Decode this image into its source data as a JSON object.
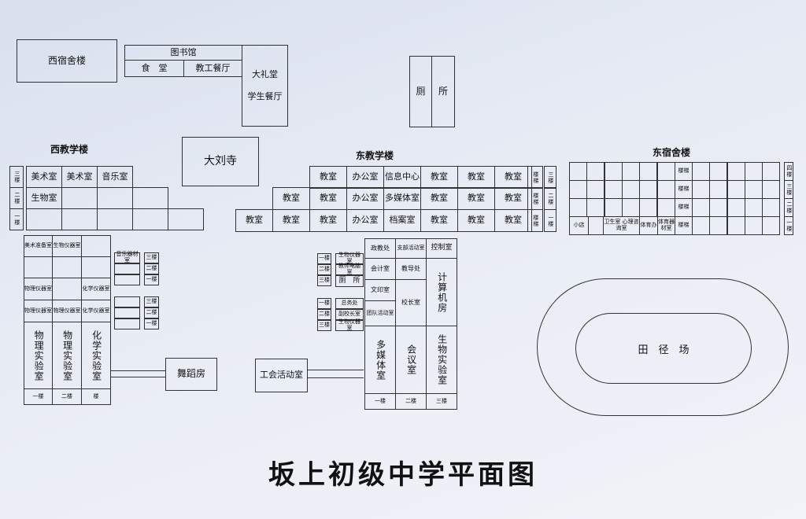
{
  "title": "坂上初级中学平面图",
  "west_dorm": "西宿舍楼",
  "library": "图书馆",
  "canteen": "食　堂",
  "staff_canteen": "教工餐厅",
  "hall": "大礼堂",
  "student_canteen": "学生餐厅",
  "toilet_a": "厕",
  "toilet_b": "所",
  "temple": "大刘寺",
  "west_building": {
    "label": "西教学楼",
    "floor_labels": [
      "三楼",
      "二楼",
      "一楼"
    ],
    "row3": [
      "美术室",
      "美术室",
      "音乐室"
    ],
    "row2": [
      "生物室"
    ]
  },
  "east_building": {
    "label": "东教学楼",
    "row3": [
      "教室",
      "办公室",
      "信息中心",
      "教室",
      "教室",
      "教室"
    ],
    "row2": [
      "教室",
      "教室",
      "办公室",
      "多媒体室",
      "教室",
      "教室",
      "教室"
    ],
    "row1": [
      "教室",
      "教室",
      "教室",
      "办公室",
      "档案室",
      "教室",
      "教室",
      "教室"
    ],
    "stairs": "楼梯",
    "floor_labels": [
      "三楼",
      "二楼",
      "一楼"
    ]
  },
  "east_dorm": {
    "label": "东宿舍楼",
    "stairs": "楼梯",
    "shop": "小店",
    "health": "卫生室 心理咨询室",
    "sports_office": "体育办",
    "sports_equipment": "体育器材室",
    "floor_labels": [
      "四楼",
      "三楼",
      "二楼",
      "一楼"
    ]
  },
  "lab_building": {
    "art_prep": "美术准备室",
    "bio_instr": "生物仪器室",
    "phys_instr": "物理仪器室",
    "chem_instr": "化学仪器室",
    "phys_lab": "物理实验室",
    "chem_lab": "化学实验室",
    "floor_1": "一楼",
    "floor_2": "二楼",
    "floor_3": "楼",
    "music_equip": "音乐器材室"
  },
  "dance": "舞蹈房",
  "union": "工会活动室",
  "admin_building": {
    "bio_instr": "生物仪器室",
    "teacher_e": "教师电脑室",
    "toilet": "厕　所",
    "general_affairs": "总务处",
    "vice_principal": "副校长室",
    "bio_instr2": "生物仪器室",
    "politics": "政教处",
    "branch": "支部活动室",
    "control": "控制室",
    "accounting": "会计室",
    "guidance": "教导处",
    "computer": "计算机房",
    "print": "文印室",
    "principal": "校长室",
    "team": "团队活动室",
    "multimedia": "多媒体室",
    "meeting": "会议室",
    "bio_lab": "生物实验室",
    "floor_1": "一楼",
    "floor_2": "二楼",
    "floor_3": "三楼",
    "small_floors": [
      "一楼",
      "二楼",
      "三楼"
    ]
  },
  "field": "田　径　场"
}
